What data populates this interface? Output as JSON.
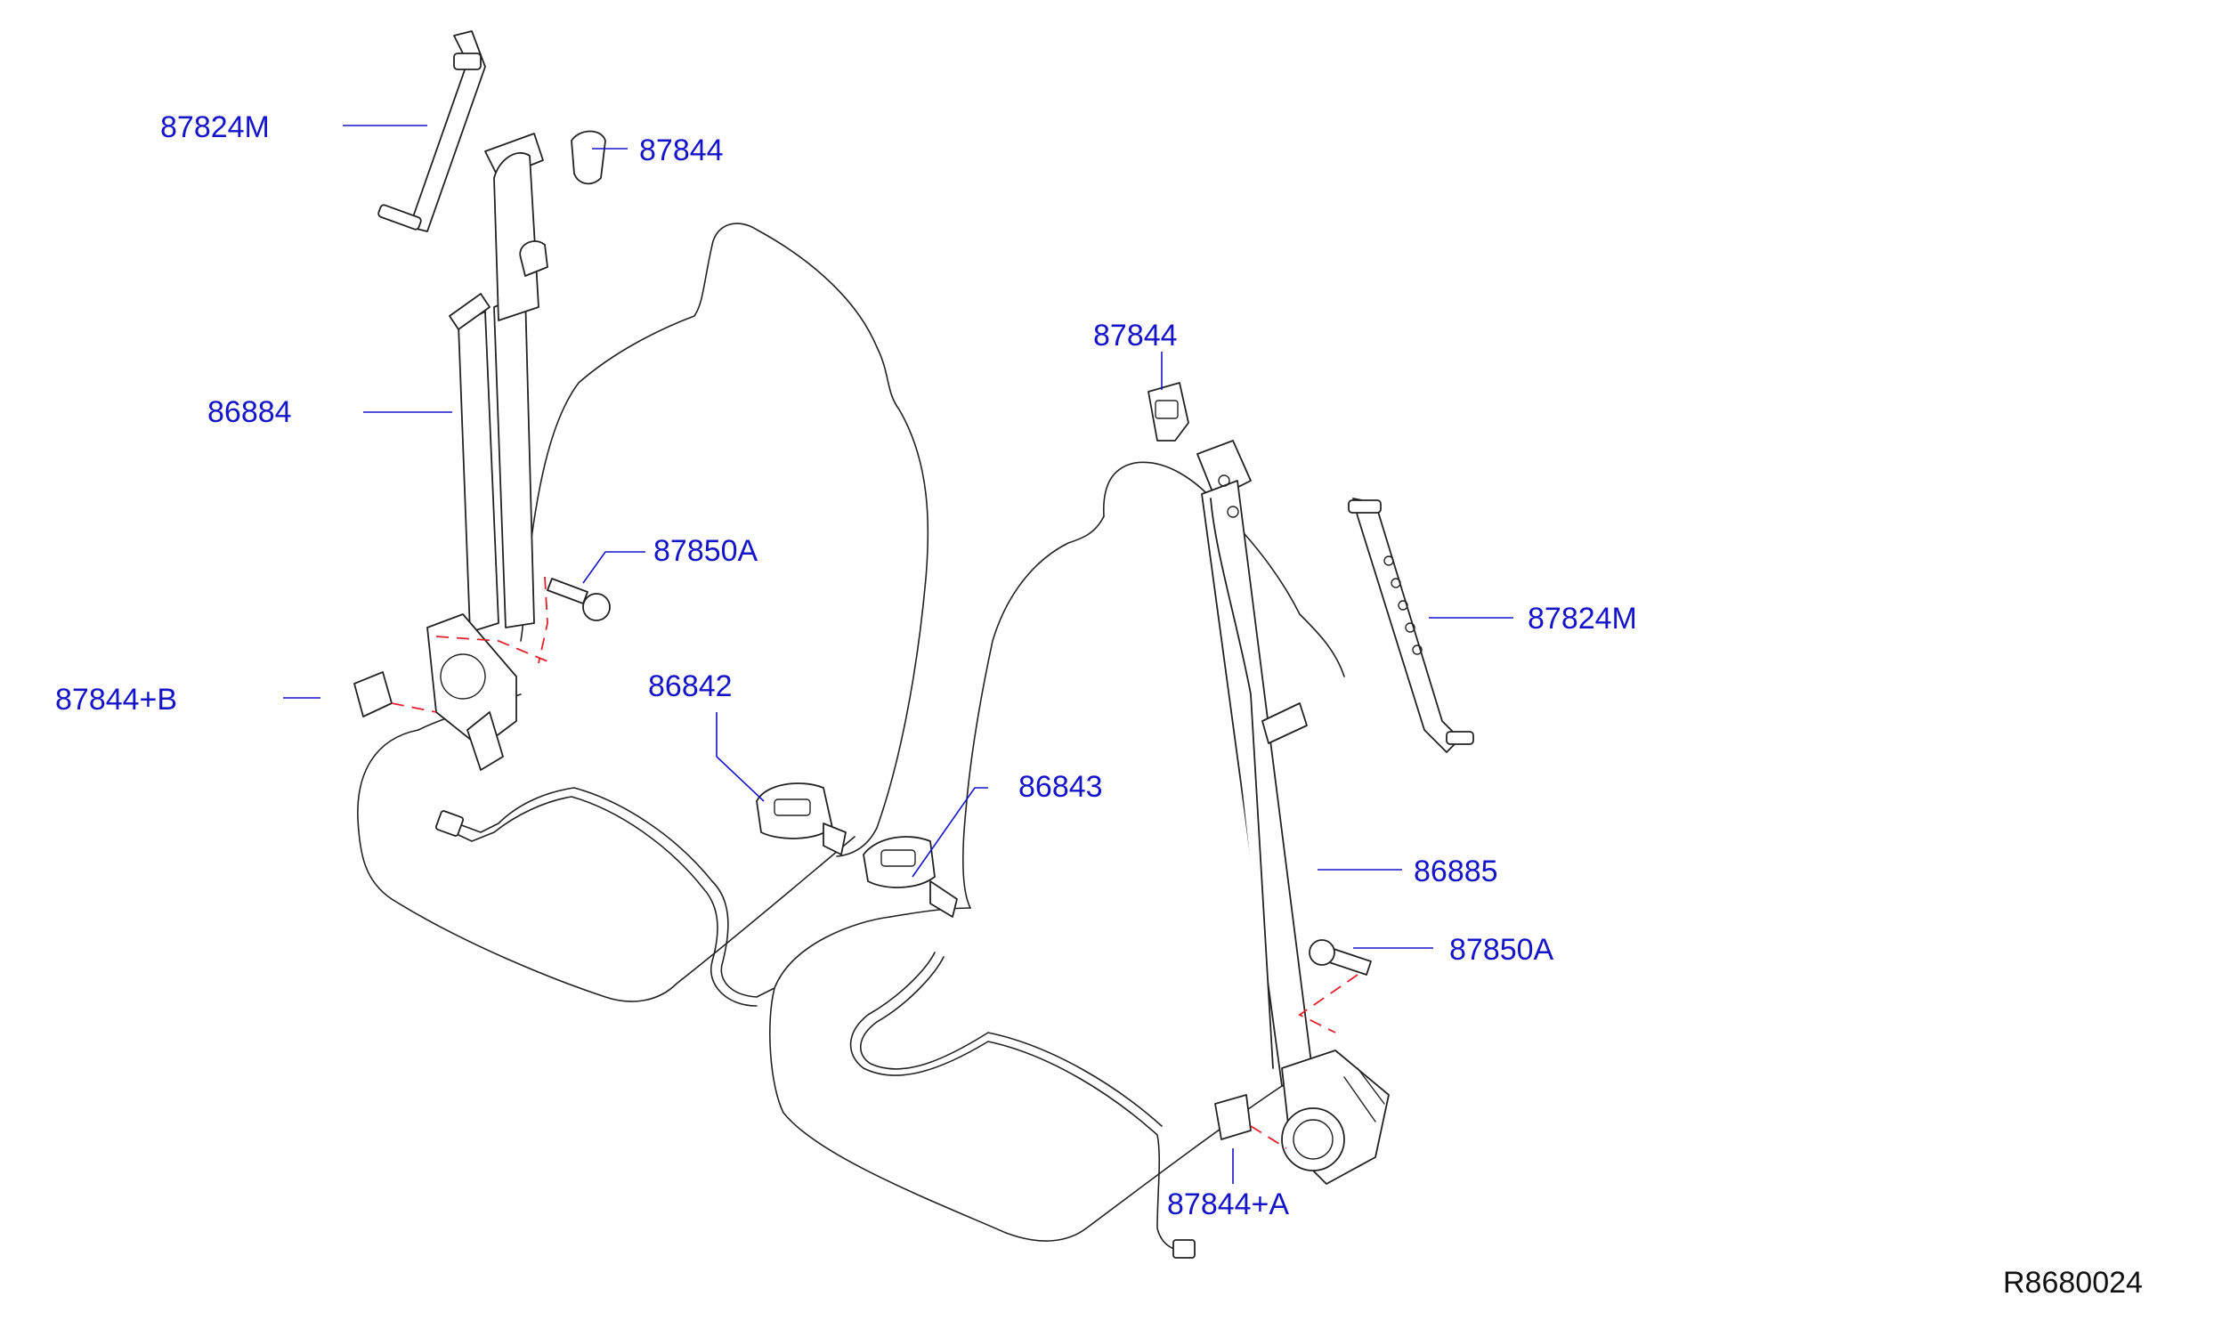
{
  "diagram": {
    "reference_code": "R8680024",
    "callouts": {
      "left_guide": "87824M",
      "left_top_cover": "87844",
      "left_belt": "86884",
      "left_bolt": "87850A",
      "left_lower_cover": "87844+B",
      "left_buckle": "86842",
      "right_buckle": "86843",
      "right_top_cover": "87844",
      "right_guide": "87824M",
      "right_belt": "86885",
      "right_bolt": "87850A",
      "right_lower_cover": "87844+A"
    }
  }
}
